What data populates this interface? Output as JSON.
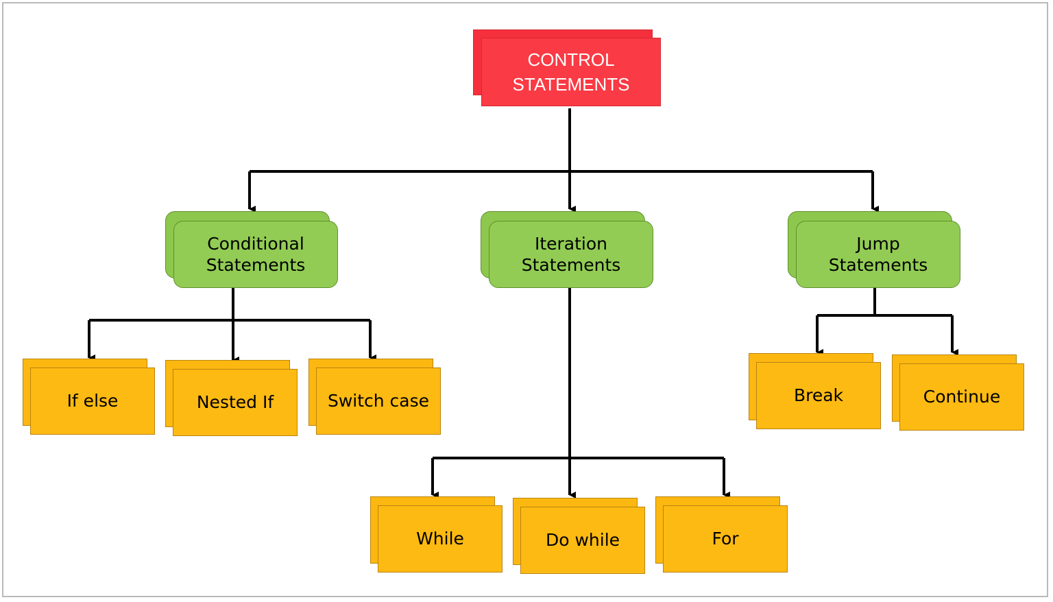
{
  "diagram": {
    "root": {
      "label_line1": "CONTROL",
      "label_line2": "STATEMENTS"
    },
    "categories": [
      {
        "line1": "Conditional",
        "line2": "Statements"
      },
      {
        "line1": "Iteration",
        "line2": "Statements"
      },
      {
        "line1": "Jump",
        "line2": "Statements"
      }
    ],
    "conditional_items": [
      "If else",
      "Nested If",
      "Switch case"
    ],
    "iteration_items": [
      "While",
      "Do while",
      "For"
    ],
    "jump_items": [
      "Break",
      "Continue"
    ]
  },
  "colors": {
    "root_fill": "#fa3a44",
    "category_fill": "#92cc54",
    "leaf_fill": "#fdba12",
    "connector": "#000000"
  }
}
